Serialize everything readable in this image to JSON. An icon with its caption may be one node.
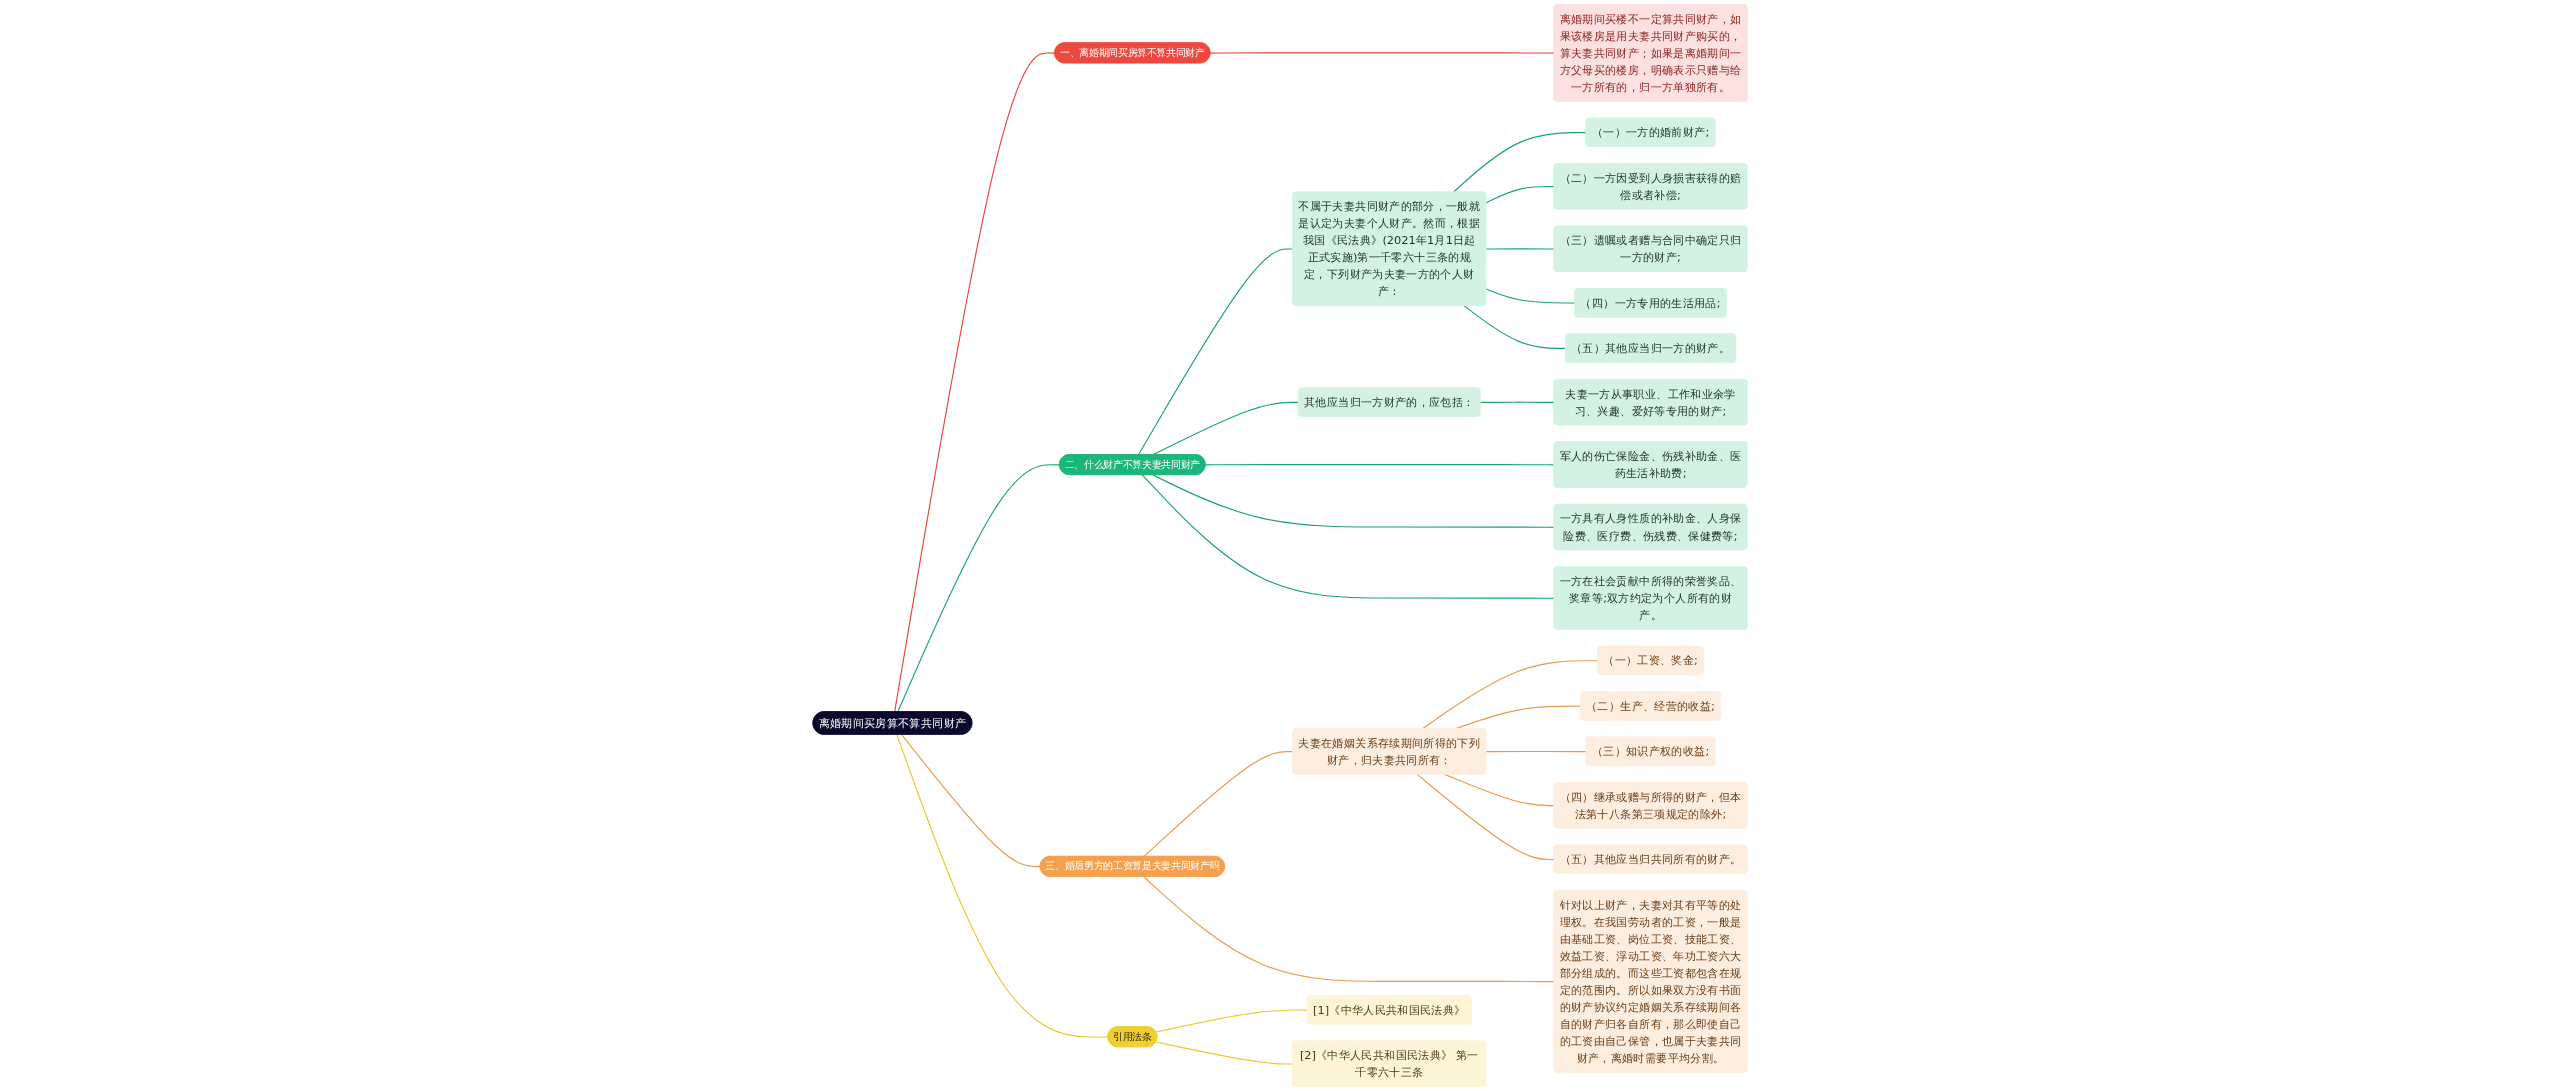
{
  "diagram": {
    "nodes": [
      {
        "text": [
          "离婚期间买房算不算共同财产"
        ]
      },
      {
        "text": [
          "一、离婚期间买房算不算共同财产"
        ]
      },
      {
        "text": [
          "离婚期间买楼不一定算共同财产，如果该楼房是用夫妻共同财产购买的，算夫妻共同财产；如果是离婚期间一方父母买的楼房，明确表示只赠与给一方所有的，归一方单独所有。"
        ]
      },
      {
        "text": [
          "二、什么财产不算夫妻共同财产"
        ]
      },
      {
        "text": [
          "不属于夫妻共同财产的部分，一般就是认定为夫妻个人财产。然而，根据我国《民法典》(2021年1月1日起正式实施)第一千零六十三条的规定，下列财产为夫妻一方的个人财产："
        ]
      },
      {
        "text": [
          "（一）一方的婚前财产;"
        ]
      },
      {
        "text": [
          "（二）一方因受到人身损害获得的赔偿或者补偿;"
        ]
      },
      {
        "text": [
          "（三）遗嘱或者赠与合同中确定只归一方的财产;"
        ]
      },
      {
        "text": [
          "（四）一方专用的生活用品;"
        ]
      },
      {
        "text": [
          "（五）其他应当归一方的财产。"
        ]
      },
      {
        "text": [
          "其他应当归一方财产的，应包括："
        ]
      },
      {
        "text": [
          "夫妻一方从事职业、工作和业余学习、兴趣、爱好等专用的财产;"
        ]
      },
      {
        "text": [
          "军人的伤亡保险金、伤残补助金、医药生活补助费;"
        ]
      },
      {
        "text": [
          "一方具有人身性质的补助金、人身保险费、医疗费、伤残费、保健费等;"
        ]
      },
      {
        "text": [
          "一方在社会贡献中所得的荣誉奖品、奖章等;双方约定为个人所有的财产。"
        ]
      },
      {
        "text": [
          "三、婚后男方的工资算是夫妻共同财产吗"
        ]
      },
      {
        "text": [
          "夫妻在婚姻关系存续期间所得的下列财产，归夫妻共同所有："
        ]
      },
      {
        "text": [
          "（一）工资、奖金;"
        ]
      },
      {
        "text": [
          "（二）生产、经营的收益;"
        ]
      },
      {
        "text": [
          "（三）知识产权的收益;"
        ]
      },
      {
        "text": [
          "（四）继承或赠与所得的财产，但本法第十八条第三项规定的除外;"
        ]
      },
      {
        "text": [
          "（五）其他应当归共同所有的财产。"
        ]
      },
      {
        "text": [
          "针对以上财产，夫妻对其有平等的处理权。在我国劳动者的工资，一般是由基础工资、岗位工资、技能工资、效益工资、浮动工资、年功工资六大部分组成的。而这些工资都包含在规定的范围内。所以如果双方没有书面的财产协议约定婚姻关系存续期间各自的财产归各自所有，那么即使自己的工资由自己保管，也属于夫妻共同财产，离婚时需要平均分割。"
        ]
      },
      {
        "text": [
          "引用法条"
        ]
      },
      {
        "text": [
          "[1]《中华人民共和国民法典》"
        ]
      },
      {
        "text": [
          "[2]《中华人民共和国民法典》 第一千零六十三条"
        ]
      }
    ],
    "edges": [
      {
        "from": 0,
        "to": 1,
        "arrow": "none",
        "color": "#e0463c"
      },
      {
        "from": 1,
        "to": 2,
        "arrow": "none",
        "color": "#e0463c"
      },
      {
        "from": 0,
        "to": 3,
        "arrow": "none",
        "color": "#1aa46c"
      },
      {
        "from": 3,
        "to": 4,
        "arrow": "none",
        "color": "#1aa46c"
      },
      {
        "from": 4,
        "to": 5,
        "arrow": "none",
        "color": "#1aa46c"
      },
      {
        "from": 4,
        "to": 6,
        "arrow": "none",
        "color": "#1aa46c"
      },
      {
        "from": 4,
        "to": 7,
        "arrow": "none",
        "color": "#1aa46c"
      },
      {
        "from": 4,
        "to": 8,
        "arrow": "none",
        "color": "#1aa46c"
      },
      {
        "from": 4,
        "to": 9,
        "arrow": "none",
        "color": "#1aa46c"
      },
      {
        "from": 3,
        "to": 10,
        "arrow": "none",
        "color": "#1aa46c"
      },
      {
        "from": 10,
        "to": 11,
        "arrow": "none",
        "color": "#1aa46c"
      },
      {
        "from": 3,
        "to": 12,
        "arrow": "none",
        "color": "#1aa46c"
      },
      {
        "from": 3,
        "to": 13,
        "arrow": "none",
        "color": "#1aa46c"
      },
      {
        "from": 3,
        "to": 14,
        "arrow": "none",
        "color": "#1aa46c"
      },
      {
        "from": 0,
        "to": 15,
        "arrow": "none",
        "color": "#e89a4a"
      },
      {
        "from": 15,
        "to": 16,
        "arrow": "none",
        "color": "#e89a4a"
      },
      {
        "from": 16,
        "to": 17,
        "arrow": "none",
        "color": "#e89a4a"
      },
      {
        "from": 16,
        "to": 18,
        "arrow": "none",
        "color": "#e89a4a"
      },
      {
        "from": 16,
        "to": 19,
        "arrow": "none",
        "color": "#e89a4a"
      },
      {
        "from": 16,
        "to": 20,
        "arrow": "none",
        "color": "#e89a4a"
      },
      {
        "from": 16,
        "to": 21,
        "arrow": "none",
        "color": "#e89a4a"
      },
      {
        "from": 15,
        "to": 22,
        "arrow": "none",
        "color": "#e89a4a"
      },
      {
        "from": 0,
        "to": 23,
        "arrow": "none",
        "color": "#e8c930"
      },
      {
        "from": 23,
        "to": 24,
        "arrow": "none",
        "color": "#e8c930"
      },
      {
        "from": 23,
        "to": 25,
        "arrow": "none",
        "color": "#e8c930"
      }
    ]
  }
}
